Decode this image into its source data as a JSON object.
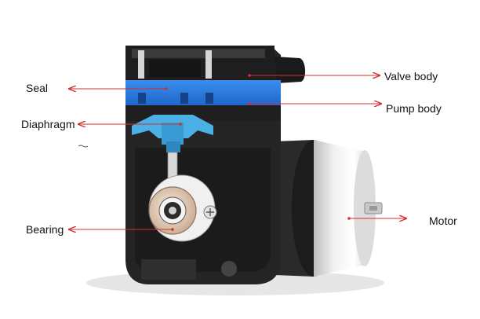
{
  "labels": {
    "seal": "Seal",
    "diaphragm": "Diaphragm",
    "bearing": "Bearing",
    "valve_body": "Valve body",
    "pump_body": "Pump body",
    "motor": "Motor"
  },
  "colors": {
    "arrow": "#d32f2f",
    "pump_body": "#2f7fe0",
    "housing": "#222222",
    "diaphragm": "#4bb0e6",
    "motor_can": "#e9e9e9"
  }
}
